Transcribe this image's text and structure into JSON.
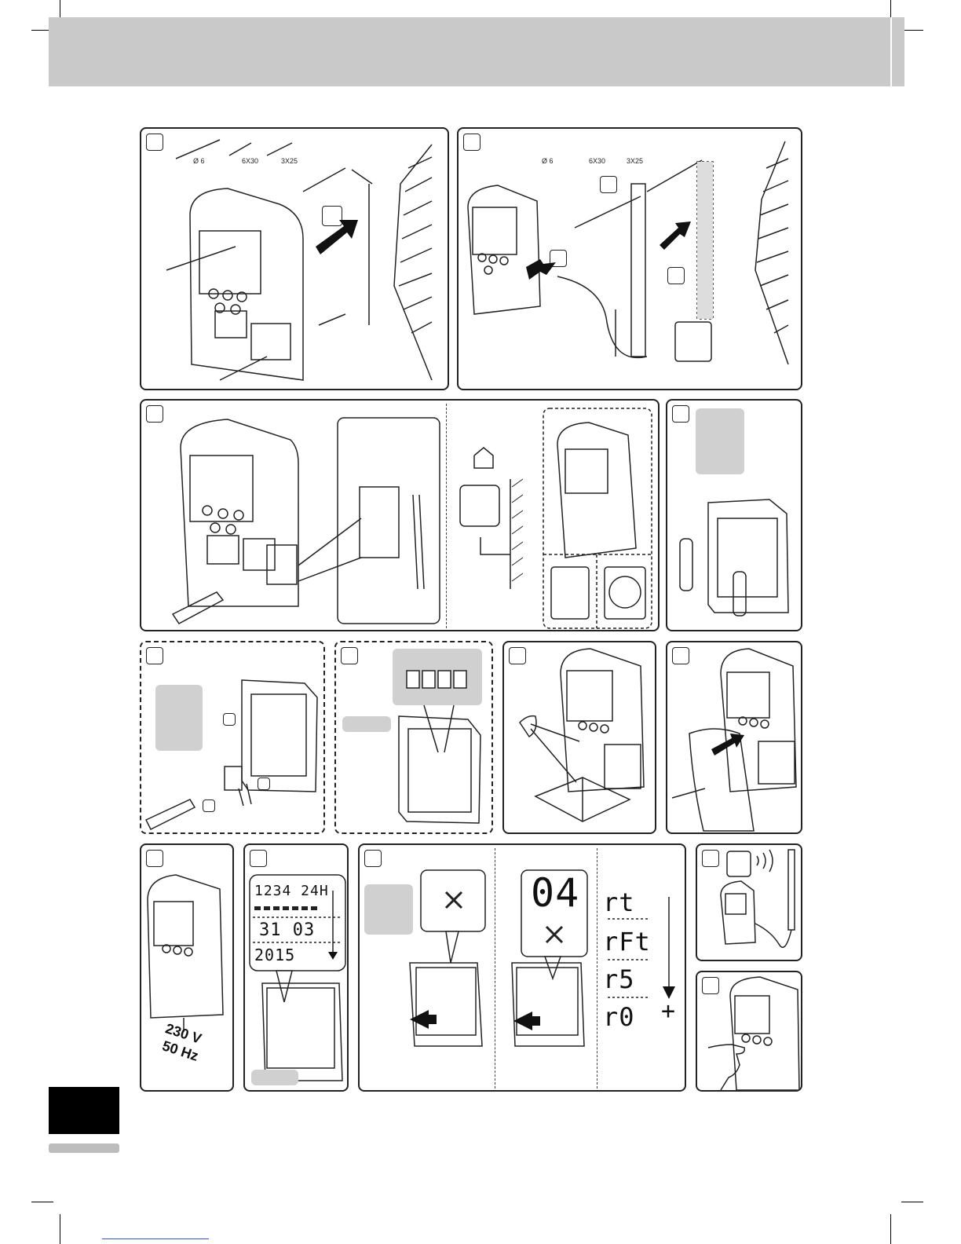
{
  "panel1": {
    "tool_labels": {
      "drill": "Ø 6",
      "plug": "6X30",
      "screw": "3X25"
    }
  },
  "panel2": {
    "tool_labels": {
      "drill": "Ø 6",
      "plug": "6X30",
      "screw": "3X25"
    }
  },
  "panel10": {
    "lcd_row1": "1234 24H",
    "lcd_row3": "31 03",
    "lcd_row4": "2015"
  },
  "panel11": {
    "display_number": "04",
    "codes": [
      "rt",
      "rFt",
      "r5",
      "r0"
    ],
    "plus": "+"
  },
  "panel9": {
    "voltage": "230 V",
    "frequency": "50 Hz"
  },
  "colors": {
    "header_band": "#c9c9c9",
    "panel_border": "#222222",
    "grey_box": "#d0d0d0"
  }
}
